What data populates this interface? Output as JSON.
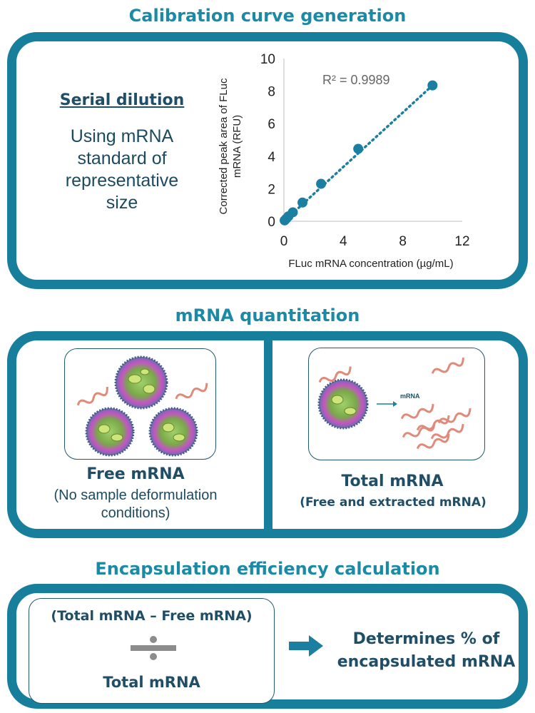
{
  "calibration": {
    "title": "Calibration curve generation",
    "serial_heading": "Serial dilution",
    "serial_text_lines": [
      "Using mRNA",
      "standard of",
      "representative",
      "size"
    ]
  },
  "chart_data": {
    "type": "scatter",
    "ylabel_lines": [
      "Corrected peak area of FLuc",
      "mRNA (RFU)"
    ],
    "xlabel": "FLuc mRNA concentration (µg/mL)",
    "xlim": [
      0,
      12
    ],
    "ylim": [
      0,
      10
    ],
    "xticks": [
      0,
      4,
      8,
      12
    ],
    "yticks": [
      0,
      2,
      4,
      6,
      8,
      10
    ],
    "points": [
      {
        "x": 0.05,
        "y": 0.05
      },
      {
        "x": 0.15,
        "y": 0.15
      },
      {
        "x": 0.3,
        "y": 0.3
      },
      {
        "x": 0.6,
        "y": 0.55
      },
      {
        "x": 1.25,
        "y": 1.15
      },
      {
        "x": 2.5,
        "y": 2.3
      },
      {
        "x": 5.0,
        "y": 4.45
      },
      {
        "x": 10.0,
        "y": 8.35
      }
    ],
    "trendline": {
      "x": [
        0,
        10
      ],
      "y": [
        0,
        8.35
      ],
      "style": "dotted"
    },
    "annotation": "R² = 0.9989",
    "grid": false,
    "color": "#1a7fa0"
  },
  "quantitation": {
    "title": "mRNA quantitation",
    "free_heading": "Free mRNA",
    "free_sub_lines": [
      "(No sample deformulation",
      "conditions)"
    ],
    "total_heading": "Total mRNA",
    "total_sub": "(Free and extracted mRNA)",
    "mrna_label": "mRNA"
  },
  "encapsulation": {
    "title": "Encapsulation efficiency calculation",
    "numerator": "(Total mRNA – Free mRNA)",
    "denominator": "Total mRNA",
    "result_lines": [
      "Determines % of",
      "encapsulated mRNA"
    ]
  },
  "colors": {
    "accent": "#177e9c",
    "dark_text": "#1f4e66",
    "marker": "#1a7fa0",
    "strand": "#e08a7a",
    "particle_core": "#6a9a3a",
    "particle_pink": "#c840c8",
    "arrow": "#1a7fa0",
    "divide": "#8c8c8c"
  }
}
